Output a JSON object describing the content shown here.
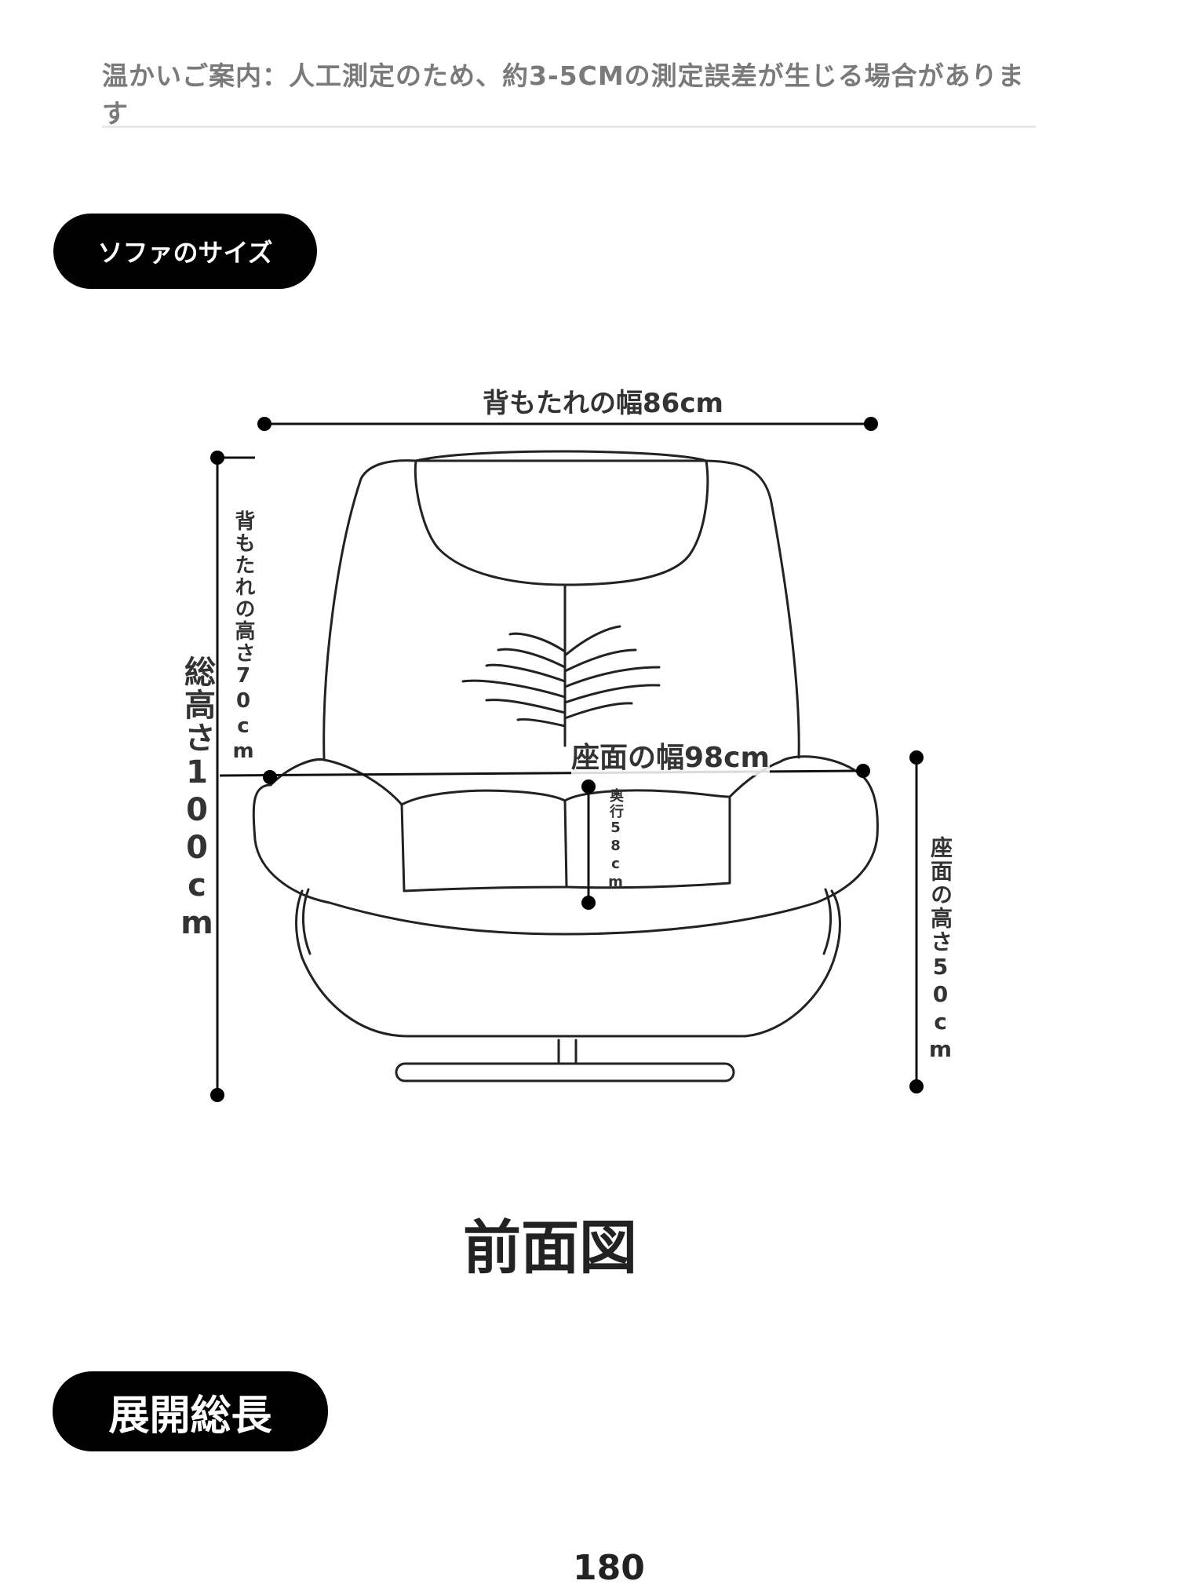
{
  "notice": "温かいご案内：人工測定のため、約3-5CMの測定誤差が生じる場合があります",
  "section_size": {
    "title": "ソファのサイズ"
  },
  "dimensions": {
    "backrest_width": "背もたれの幅86cm",
    "backrest_height": "背もたれの高さ70cm",
    "total_height": "総高さ100cm",
    "seat_width": "座面の幅98cm",
    "seat_depth": "奥行58cm",
    "seat_height": "座面の高さ50cm"
  },
  "view_caption": "前面図",
  "section_expand": {
    "title": "展開総長"
  },
  "partial_text": "180"
}
